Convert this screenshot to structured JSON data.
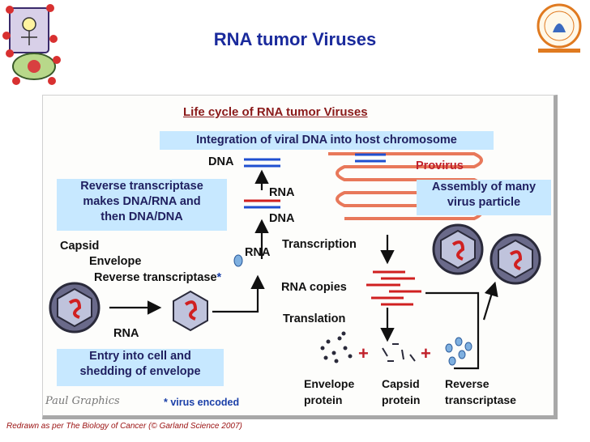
{
  "title": "RNA tumor Viruses",
  "subtitle": "Life cycle of RNA tumor Viruses",
  "boxes": {
    "integration": "Integration of viral DNA into host chromosome",
    "reverse_line1": "Reverse transcriptase",
    "reverse_line2": "makes DNA/RNA and",
    "reverse_line3": "then DNA/DNA",
    "assembly_line1": "Assembly of many",
    "assembly_line2": "virus particle",
    "entry_line1": "Entry into cell and",
    "entry_line2": "shedding of envelope"
  },
  "labels": {
    "dna_top": "DNA",
    "provirus": "Provirus",
    "rna_mid": "RNA",
    "dna_mid": "DNA",
    "rna_small": "RNA",
    "capsid": "Capsid",
    "envelope": "Envelope",
    "reverse_transcriptase": "Reverse transcriptase",
    "asterisk": "*",
    "transcription": "Transcription",
    "rna_copies": "RNA copies",
    "translation": "Translation",
    "rna_bottom": "RNA",
    "plus": "+",
    "envelope_protein_1": "Envelope",
    "envelope_protein_2": "protein",
    "capsid_protein_1": "Capsid",
    "capsid_protein_2": "protein",
    "rt_protein_1": "Reverse",
    "rt_protein_2": "transcriptase"
  },
  "footnote": "* virus encoded",
  "watermark": "Paul Graphics",
  "credit": "Redrawn as per The Biology of Cancer  (© Garland Science 2007)",
  "colors": {
    "title": "#1a2a9c",
    "subtitle": "#8a1a1a",
    "box_fill": "#c7e8ff",
    "provirus": "#c0202a",
    "dna_strand_blue": "#1f4fd0",
    "dna_strand_red": "#d02020",
    "chromosome": "#e8785a",
    "virus_envelope": "#2a2a3a",
    "virus_capsid": "#bfc3dc",
    "spike": "#2f8a3a"
  }
}
